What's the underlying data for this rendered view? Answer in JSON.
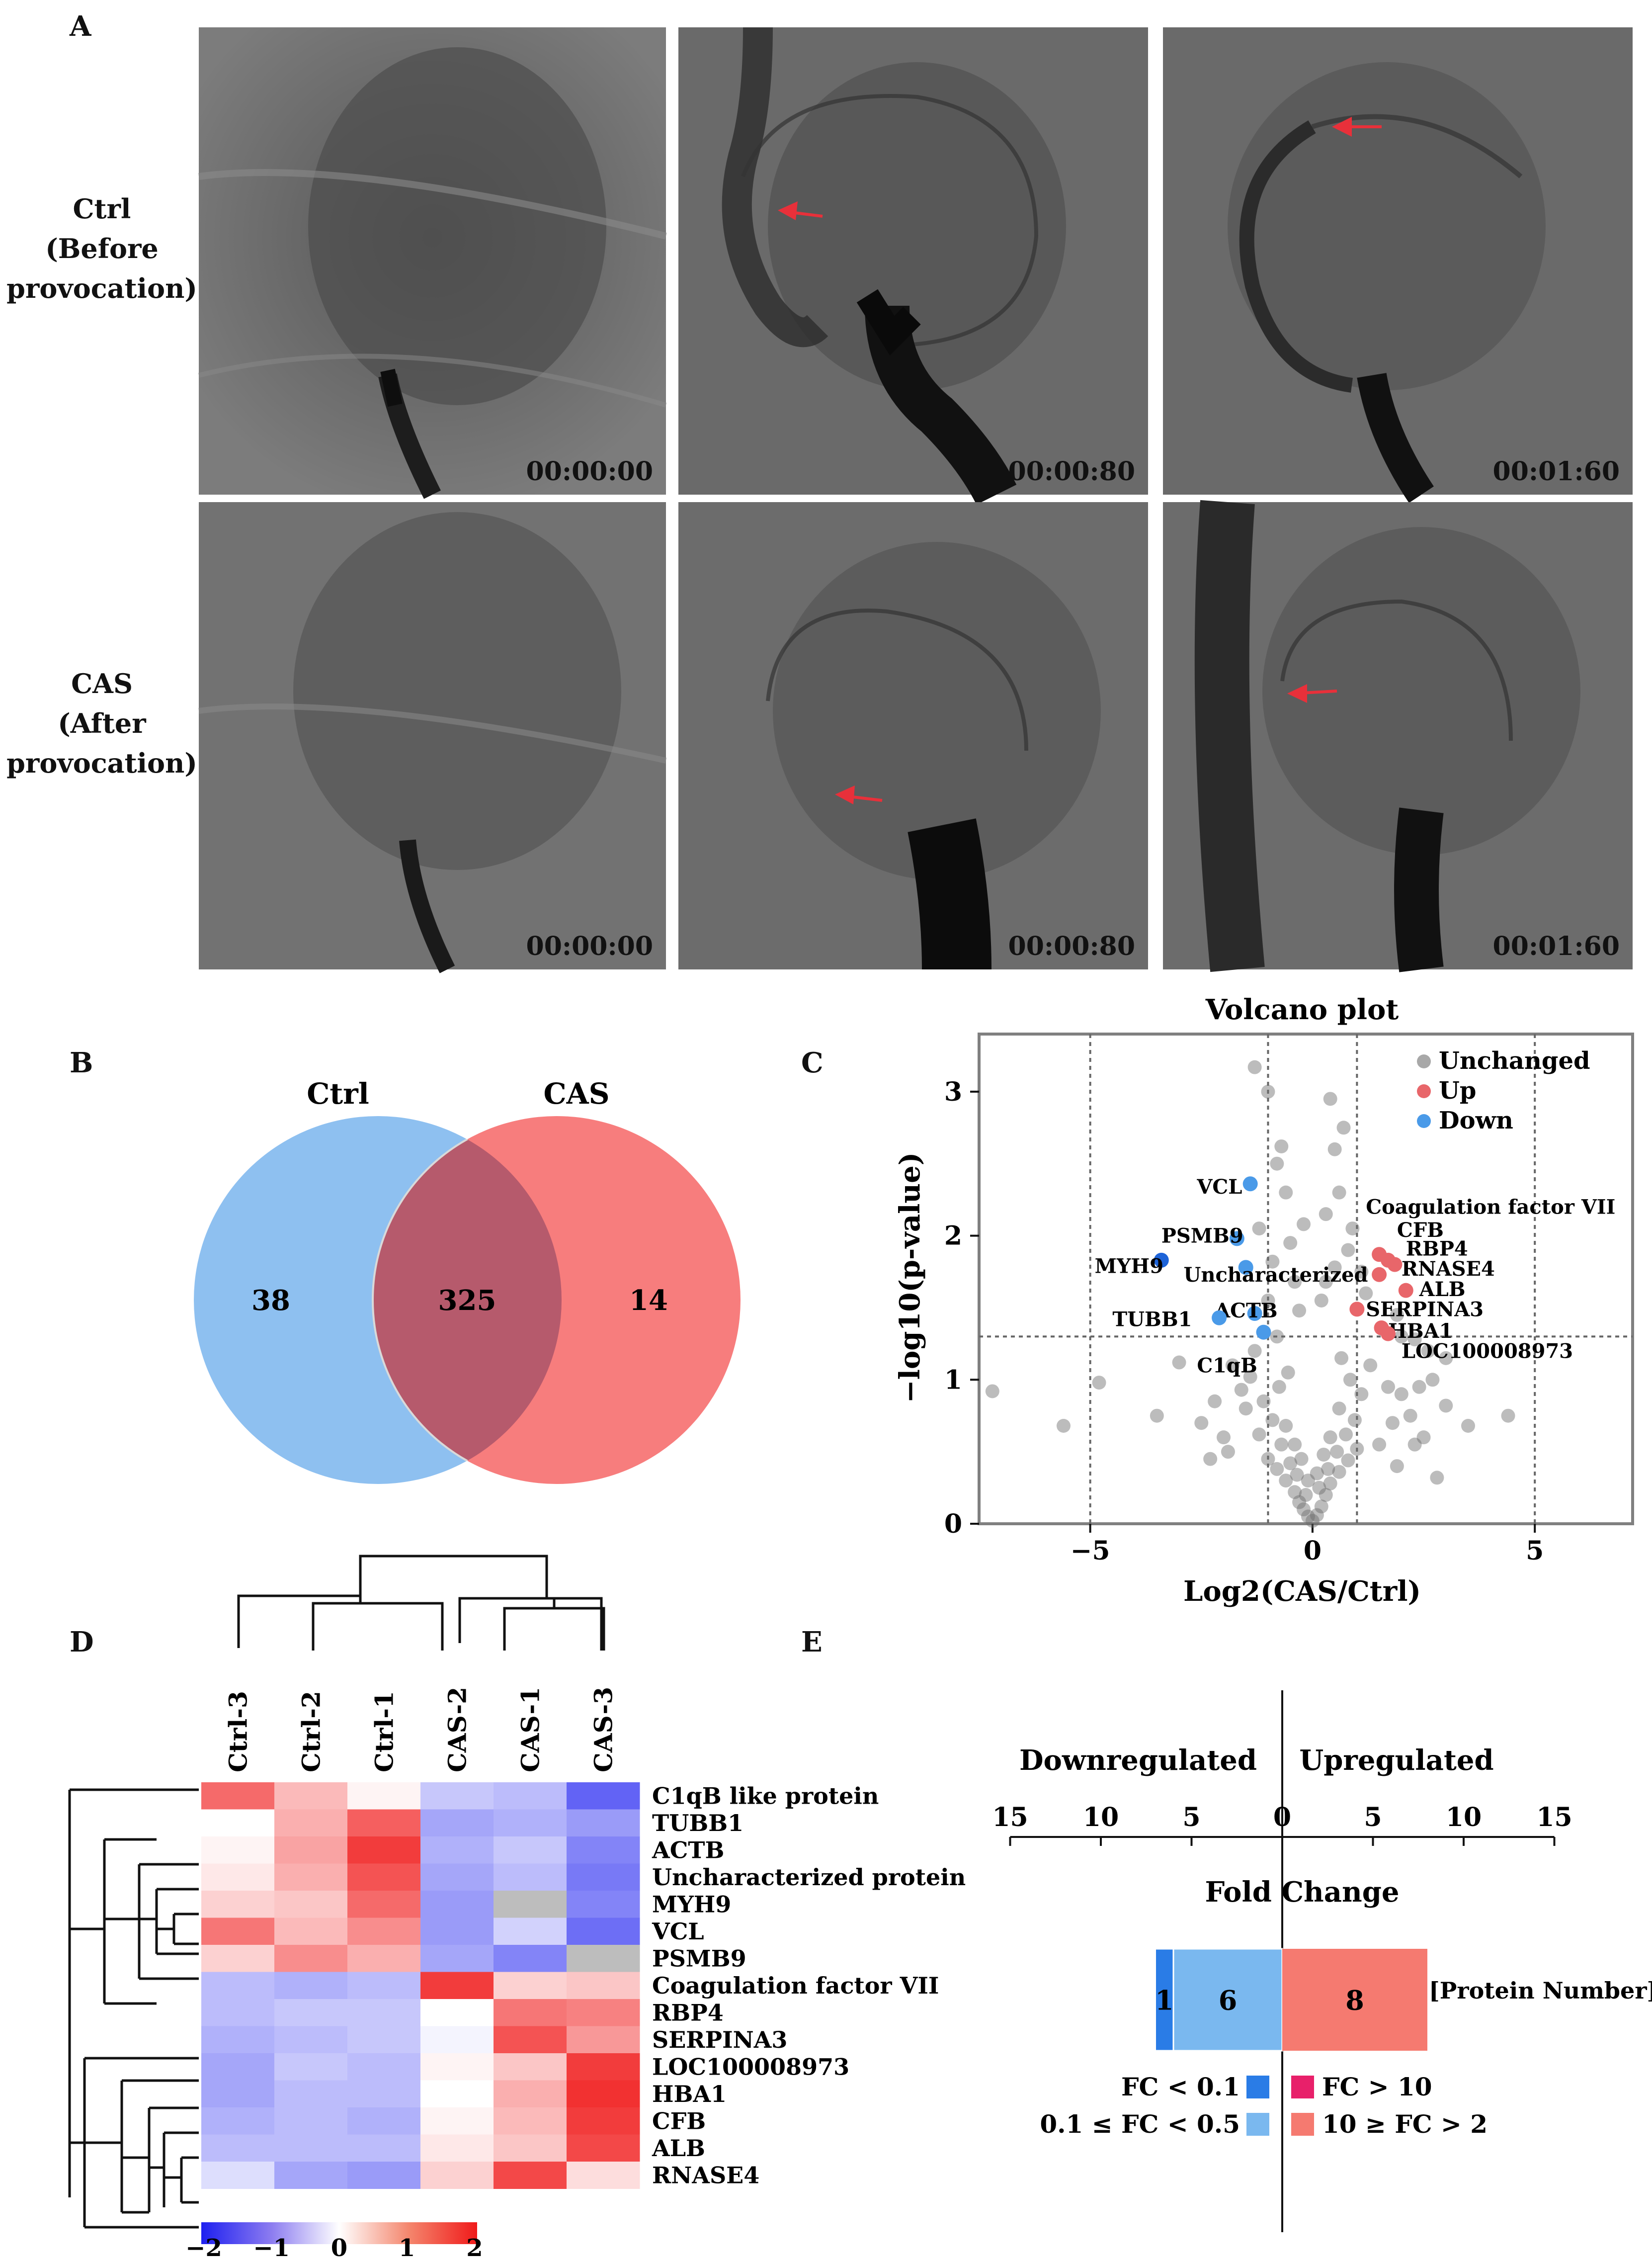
{
  "panelA": {
    "label": "A",
    "rows": [
      {
        "lines": [
          "Ctrl",
          "(Before",
          "provocation)"
        ],
        "frames": [
          "00:00:00",
          "00:00:80",
          "00:01:60"
        ]
      },
      {
        "lines": [
          "CAS",
          "(After",
          "provocation)"
        ],
        "frames": [
          "00:00:00",
          "00:00:80",
          "00:01:60"
        ]
      }
    ]
  },
  "panelB": {
    "label": "B",
    "left_name": "Ctrl",
    "right_name": "CAS",
    "left_only": "38",
    "shared": "325",
    "right_only": "14",
    "colors": {
      "left": "#8ec0f0",
      "right": "#f77d7d",
      "overlap": "#b65a6c"
    }
  },
  "panelC": {
    "label": "C",
    "chart_data": {
      "type": "scatter",
      "title": "Volcano plot",
      "xlabel": "Log2(CAS/Ctrl)",
      "ylabel": "−log10(p-value)",
      "xlim": [
        -7.5,
        7.2
      ],
      "ylim": [
        0,
        3.4
      ],
      "xticks": [
        "−5",
        "0",
        "5"
      ],
      "yticks": [
        "0",
        "1",
        "2",
        "3"
      ],
      "legend": [
        {
          "name": "Unchanged",
          "color": "#a8a8a8"
        },
        {
          "name": "Up",
          "color": "#e8666a"
        },
        {
          "name": "Down",
          "color": "#4a9ae8"
        }
      ],
      "thresholds": {
        "v": [
          -5,
          -1,
          1,
          5
        ],
        "h": 1.3
      },
      "down_points": [
        {
          "label": "VCL",
          "x": -1.4,
          "y": 2.36,
          "color": "#4a9ae8"
        },
        {
          "label": "PSMB9",
          "x": -1.7,
          "y": 1.98,
          "color": "#4a9ae8"
        },
        {
          "label": "MYH9",
          "x": -3.4,
          "y": 1.83,
          "color": "#1d63d8"
        },
        {
          "label": "Uncharacterized",
          "x": -1.5,
          "y": 1.78,
          "color": "#4a9ae8"
        },
        {
          "label": "ACTB",
          "x": -1.3,
          "y": 1.46,
          "color": "#4a9ae8"
        },
        {
          "label": "TUBB1",
          "x": -2.1,
          "y": 1.43,
          "color": "#4a9ae8"
        },
        {
          "label": "C1qB",
          "x": -1.1,
          "y": 1.33,
          "color": "#4a9ae8"
        }
      ],
      "up_points": [
        {
          "label": "Coagulation factor VII",
          "x": 1.5,
          "y": 1.87
        },
        {
          "label": "CFB",
          "x": 1.7,
          "y": 1.83
        },
        {
          "label": "RBP4",
          "x": 1.85,
          "y": 1.8
        },
        {
          "label": "RNASE4",
          "x": 1.5,
          "y": 1.73
        },
        {
          "label": "ALB",
          "x": 2.1,
          "y": 1.62
        },
        {
          "label": "SERPINA3",
          "x": 1.0,
          "y": 1.49
        },
        {
          "label": "HBA1",
          "x": 1.55,
          "y": 1.36
        },
        {
          "label": "LOC100008973",
          "x": 1.7,
          "y": 1.32
        }
      ],
      "gray_points": [
        [
          -7.2,
          0.92
        ],
        [
          -4.8,
          0.98
        ],
        [
          -5.6,
          0.68
        ],
        [
          -3.5,
          0.75
        ],
        [
          -3.0,
          1.12
        ],
        [
          -2.5,
          0.7
        ],
        [
          -2.2,
          0.85
        ],
        [
          -2.0,
          0.6
        ],
        [
          -1.6,
          0.93
        ],
        [
          -1.8,
          1.1
        ],
        [
          -1.5,
          0.8
        ],
        [
          -1.3,
          1.2
        ],
        [
          -1.2,
          2.05
        ],
        [
          -0.9,
          1.82
        ],
        [
          -0.7,
          2.62
        ],
        [
          -0.6,
          2.3
        ],
        [
          -0.5,
          1.95
        ],
        [
          -0.4,
          1.68
        ],
        [
          -0.3,
          1.48
        ],
        [
          -0.2,
          2.08
        ],
        [
          -1.0,
          1.55
        ],
        [
          -0.8,
          1.3
        ],
        [
          -1.3,
          3.17
        ],
        [
          -1.0,
          3.0
        ],
        [
          -0.8,
          2.5
        ],
        [
          0.4,
          2.95
        ],
        [
          0.7,
          2.75
        ],
        [
          0.5,
          2.6
        ],
        [
          0.6,
          2.3
        ],
        [
          0.3,
          2.15
        ],
        [
          0.9,
          2.05
        ],
        [
          0.8,
          1.9
        ],
        [
          0.5,
          1.78
        ],
        [
          0.3,
          1.68
        ],
        [
          0.2,
          1.55
        ],
        [
          1.1,
          1.75
        ],
        [
          1.2,
          1.6
        ],
        [
          1.9,
          1.45
        ],
        [
          2.0,
          1.3
        ],
        [
          2.3,
          1.28
        ],
        [
          2.6,
          1.2
        ],
        [
          3.0,
          1.15
        ],
        [
          2.7,
          1.0
        ],
        [
          2.4,
          0.95
        ],
        [
          2.0,
          0.9
        ],
        [
          1.7,
          0.95
        ],
        [
          3.0,
          0.82
        ],
        [
          3.5,
          0.68
        ],
        [
          4.4,
          0.75
        ],
        [
          2.8,
          0.32
        ],
        [
          2.5,
          0.6
        ],
        [
          2.2,
          0.75
        ],
        [
          1.8,
          0.7
        ],
        [
          1.5,
          0.55
        ],
        [
          -1.2,
          0.62
        ],
        [
          -1.0,
          0.45
        ],
        [
          -0.8,
          0.38
        ],
        [
          -0.6,
          0.3
        ],
        [
          -0.4,
          0.22
        ],
        [
          -0.3,
          0.15
        ],
        [
          -0.2,
          0.1
        ],
        [
          -0.1,
          0.05
        ],
        [
          0.0,
          0.02
        ],
        [
          0.1,
          0.06
        ],
        [
          0.2,
          0.12
        ],
        [
          0.3,
          0.2
        ],
        [
          0.4,
          0.28
        ],
        [
          0.6,
          0.36
        ],
        [
          0.8,
          0.44
        ],
        [
          1.0,
          0.52
        ],
        [
          -0.9,
          0.72
        ],
        [
          -0.7,
          0.55
        ],
        [
          -0.5,
          0.42
        ],
        [
          -0.35,
          0.34
        ],
        [
          -0.15,
          0.2
        ],
        [
          0.15,
          0.25
        ],
        [
          0.35,
          0.38
        ],
        [
          0.55,
          0.5
        ],
        [
          0.75,
          0.62
        ],
        [
          0.95,
          0.72
        ],
        [
          -1.1,
          0.85
        ],
        [
          -0.6,
          0.68
        ],
        [
          0.6,
          0.8
        ],
        [
          1.1,
          0.9
        ],
        [
          -0.4,
          0.55
        ],
        [
          0.4,
          0.6
        ],
        [
          -0.25,
          0.45
        ],
        [
          0.25,
          0.48
        ],
        [
          -0.1,
          0.3
        ],
        [
          0.1,
          0.35
        ],
        [
          -2.3,
          0.45
        ],
        [
          -1.9,
          0.5
        ],
        [
          1.9,
          0.4
        ],
        [
          2.3,
          0.55
        ],
        [
          -1.4,
          1.02
        ],
        [
          1.3,
          1.1
        ],
        [
          -0.55,
          1.05
        ],
        [
          0.65,
          1.15
        ],
        [
          -0.75,
          0.95
        ],
        [
          0.85,
          1.0
        ]
      ]
    }
  },
  "panelD": {
    "label": "D",
    "columns": [
      "Ctrl-3",
      "Ctrl-2",
      "Ctrl-1",
      "CAS-2",
      "CAS-1",
      "CAS-3"
    ],
    "rows": [
      "C1qB like protein",
      "TUBB1",
      "ACTB",
      "Uncharacterized protein",
      "MYH9",
      "VCL",
      "PSMB9",
      "Coagulation factor VII",
      "RBP4",
      "SERPINA3",
      "LOC100008973",
      "HBA1",
      "CFB",
      "ALB",
      "RNASE4"
    ],
    "values": [
      [
        1.3,
        0.6,
        0.1,
        -0.5,
        -0.6,
        -1.4
      ],
      [
        0.0,
        0.7,
        1.4,
        -0.8,
        -0.7,
        -0.9
      ],
      [
        0.1,
        0.8,
        1.7,
        -0.7,
        -0.5,
        -1.1
      ],
      [
        0.2,
        0.7,
        1.5,
        -0.8,
        -0.6,
        -1.2
      ],
      [
        0.4,
        0.5,
        1.3,
        -0.9,
        null,
        -1.1
      ],
      [
        1.2,
        0.6,
        1.0,
        -0.9,
        -0.4,
        -1.3
      ],
      [
        0.4,
        1.0,
        0.7,
        -0.8,
        -1.1,
        null
      ],
      [
        -0.6,
        -0.7,
        -0.6,
        1.7,
        0.4,
        0.5
      ],
      [
        -0.6,
        -0.5,
        -0.5,
        0.0,
        1.2,
        1.1
      ],
      [
        -0.7,
        -0.6,
        -0.5,
        -0.1,
        1.5,
        0.9
      ],
      [
        -0.8,
        -0.5,
        -0.6,
        0.1,
        0.5,
        1.7
      ],
      [
        -0.8,
        -0.6,
        -0.6,
        0.0,
        0.7,
        1.8
      ],
      [
        -0.7,
        -0.6,
        -0.7,
        0.1,
        0.6,
        1.7
      ],
      [
        -0.6,
        -0.6,
        -0.6,
        0.2,
        0.5,
        1.6
      ],
      [
        -0.3,
        -0.8,
        -0.9,
        0.4,
        1.6,
        0.3
      ]
    ],
    "scale_ticks": [
      "−2",
      "−1",
      "0",
      "1",
      "2"
    ]
  },
  "panelE": {
    "label": "E",
    "left_heading": "Downregulated",
    "right_heading": "Upregulated",
    "axis_ticks": [
      "15",
      "10",
      "5",
      "0",
      "5",
      "10",
      "15"
    ],
    "axis_title": "Fold Change",
    "bars": [
      {
        "value": 1,
        "label": "1",
        "side": "down",
        "color": "#2a7ce6"
      },
      {
        "value": 6,
        "label": "6",
        "side": "down",
        "color": "#7ab8ef"
      },
      {
        "value": 8,
        "label": "8",
        "side": "up",
        "color": "#f57a70"
      }
    ],
    "bar_note": "[Protein Number]",
    "legend": [
      {
        "label": "FC < 0.1",
        "color": "#2a7ce6"
      },
      {
        "label": "0.1 ≤ FC < 0.5",
        "color": "#7ab8ef"
      },
      {
        "label": "FC > 10",
        "color": "#e8206a"
      },
      {
        "label": "10 ≥ FC > 2",
        "color": "#f57a70"
      }
    ]
  }
}
